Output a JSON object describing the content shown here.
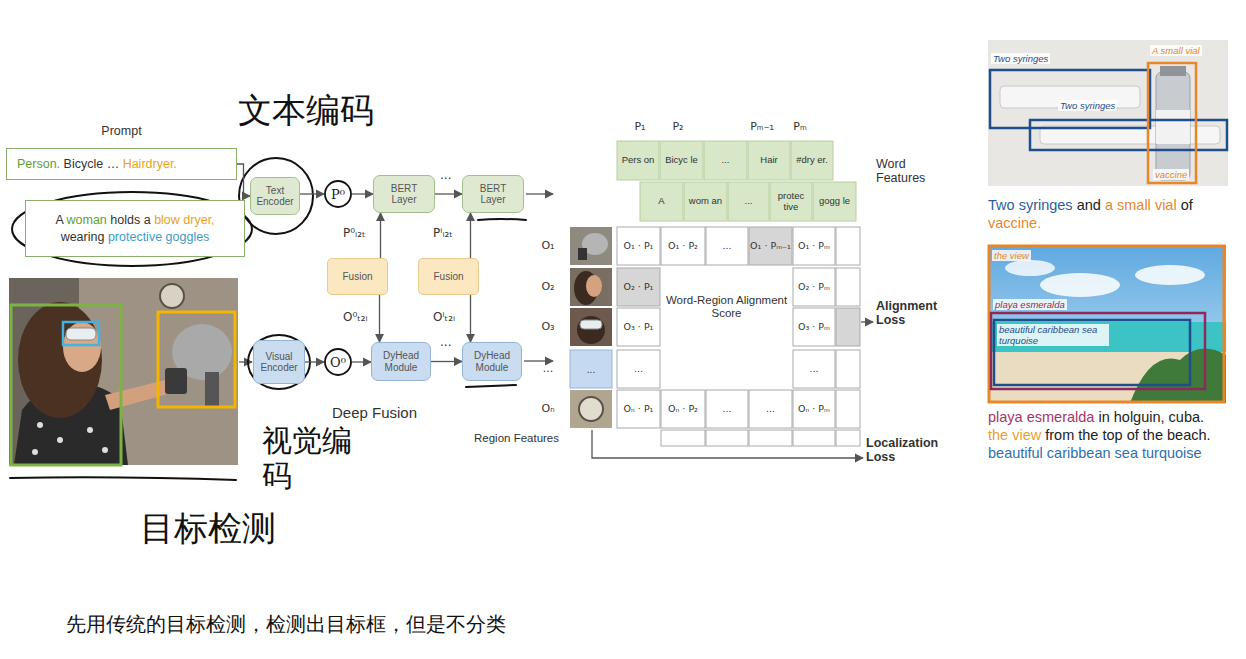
{
  "diagram": {
    "caption": "先用传统的目标检测，检测出目标框，但是不分类",
    "nodes": [
      {
        "text": [
          "Prompt",
          "Person. Bicycle … Hairdryer."
        ]
      },
      {
        "text": [
          "A woman holds a blow dryer, wearing protective goggles"
        ]
      },
      {
        "text": [
          "Text Encoder"
        ]
      },
      {
        "text": [
          "P⁰"
        ]
      },
      {
        "text": [
          "BERT Layer"
        ]
      },
      {
        "text": [
          "BERT Layer"
        ]
      },
      {
        "text": [
          "Fusion"
        ]
      },
      {
        "text": [
          "Fusion"
        ]
      },
      {
        "text": [
          "Visual Encoder"
        ]
      },
      {
        "text": [
          "O⁰"
        ]
      },
      {
        "text": [
          "DyHead Module"
        ]
      },
      {
        "text": [
          "DyHead Module"
        ]
      }
    ],
    "edges": [
      {
        "from": 0,
        "to": 2,
        "arrow": "to"
      },
      {
        "from": 2,
        "to": 3,
        "arrow": "to"
      },
      {
        "from": 3,
        "to": 4,
        "arrow": "to"
      },
      {
        "from": 4,
        "to": 5,
        "arrow": "to",
        "label": "···"
      },
      {
        "from": 6,
        "to": 4,
        "arrow": "to",
        "label": "P⁰ᵢ₂ₜ"
      },
      {
        "from": 6,
        "to": 10,
        "arrow": "to",
        "label": "O⁰ₜ₂ᵢ"
      },
      {
        "from": 7,
        "to": 5,
        "arrow": "to",
        "label": "Pⁱᵢ₂ₜ"
      },
      {
        "from": 7,
        "to": 11,
        "arrow": "to",
        "label": "Oⁱₜ₂ᵢ"
      },
      {
        "from": 8,
        "to": 9,
        "arrow": "to"
      },
      {
        "from": 9,
        "to": 10,
        "arrow": "to"
      },
      {
        "from": 10,
        "to": 11,
        "arrow": "to",
        "label": "···"
      }
    ],
    "labels": [
      "文本编码",
      "视觉编码",
      "目标检测",
      "Deep Fusion",
      "P₁",
      "P₂",
      "Pₘ₋₁",
      "Pₘ",
      "Pers on",
      "Bicyc le",
      "...",
      "Hair",
      "#dry er.",
      "A",
      "wom an",
      "...",
      "protec tive",
      "gogg le",
      "Word Features",
      "O₁",
      "O₂",
      "O₃",
      "...",
      "Oₙ",
      "O₁ · P₁",
      "O₁ · P₂",
      "...",
      "O₁ · Pₘ₋₁",
      "O₁ · Pₘ",
      "O₂ · P₁",
      "O₂ · Pₘ",
      "O₃ · P₁",
      "O₃ · Pₘ",
      "Word-Region Alignment Score",
      "...",
      "...",
      "Oₙ · P₁",
      "Oₙ · P₂",
      "...",
      "...",
      "Oₙ · Pₘ",
      "...",
      "Region Features",
      "Alignment Loss",
      "Localization Loss",
      "Two syringes",
      "Two syringes",
      "A small vial",
      "vaccine",
      "Two syringes and a small vial of vaccine.",
      "the view",
      "playa esmeralda",
      "beautiful caribbean sea turquoise",
      "playa esmeralda in holguin, cuba. the view from the top of the beach. beautiful caribbean sea turquoise"
    ]
  }
}
